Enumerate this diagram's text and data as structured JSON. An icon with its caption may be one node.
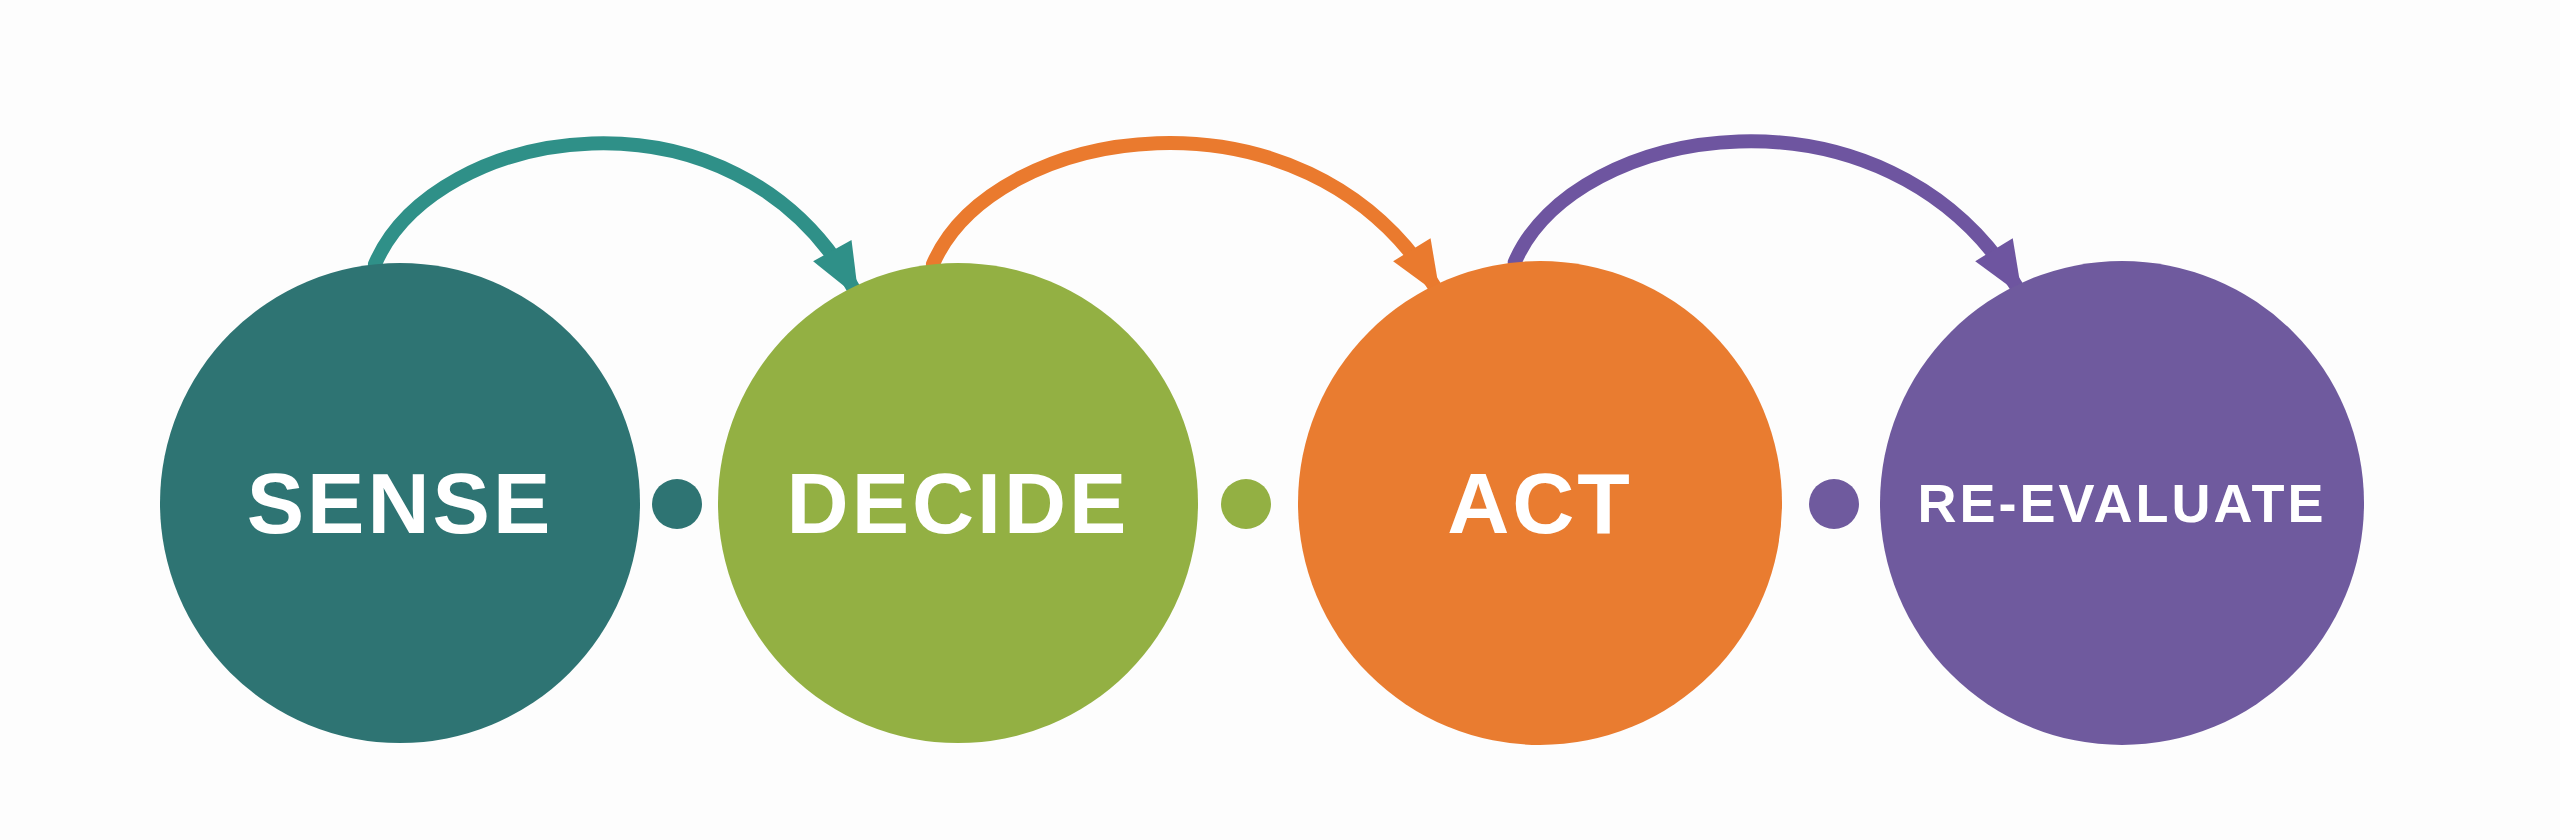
{
  "diagram": {
    "nodes": [
      {
        "text": [
          "SENSE"
        ]
      },
      {
        "text": [
          "DECIDE"
        ]
      },
      {
        "text": [
          "ACT"
        ]
      },
      {
        "text": [
          "RE-EVALUATE"
        ]
      }
    ],
    "edges": [
      {
        "from": 0,
        "to": 1,
        "arrow": "to",
        "color": "#2f9088"
      },
      {
        "from": 1,
        "to": 2,
        "arrow": "to",
        "color": "#ea7a2e"
      },
      {
        "from": 2,
        "to": 3,
        "arrow": "to",
        "color": "#6e55a0"
      }
    ]
  }
}
